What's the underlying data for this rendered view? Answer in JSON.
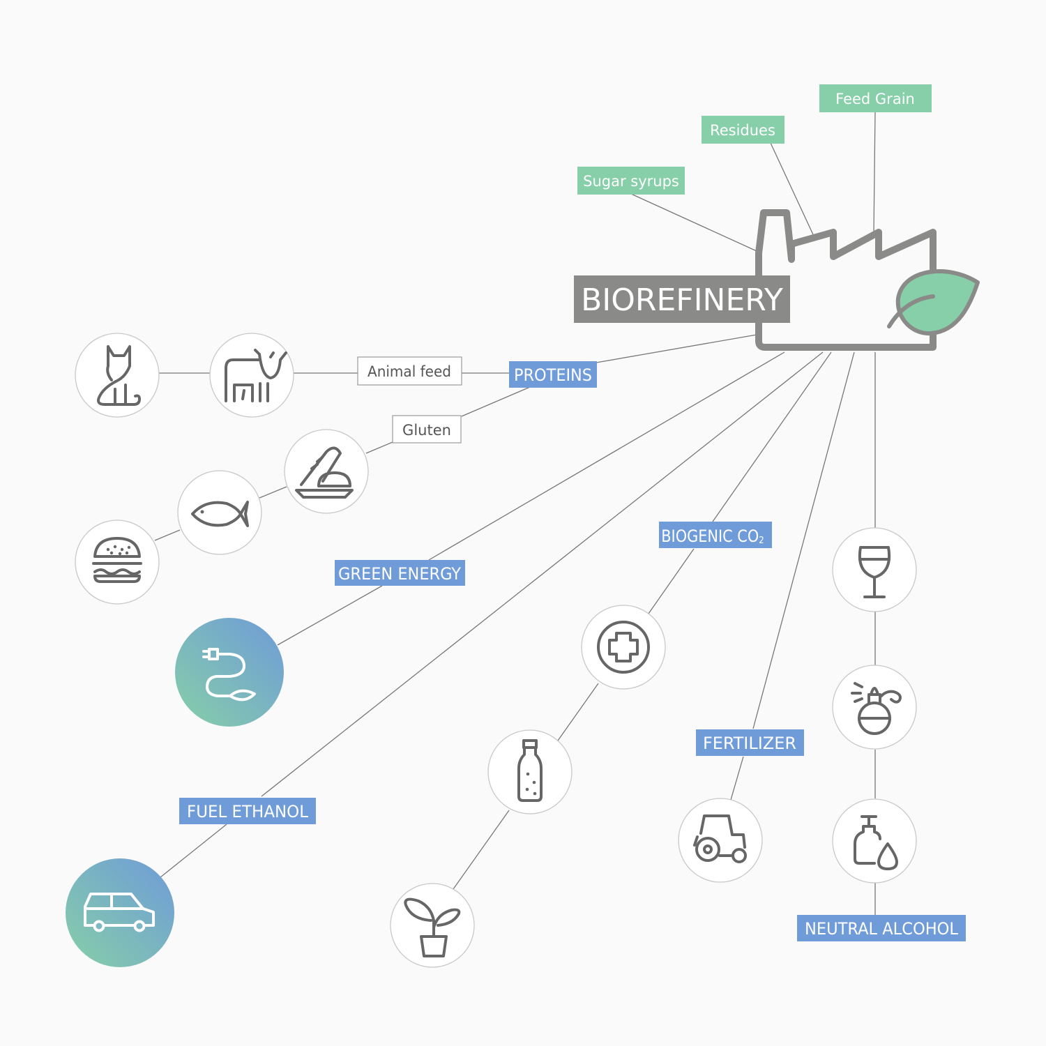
{
  "title": "BIOREFINERY",
  "inputs": {
    "sugar_syrups": "Sugar syrups",
    "residues": "Residues",
    "feed_grain": "Feed Grain"
  },
  "outputs": {
    "proteins": "PROTEINS",
    "animal_feed": "Animal feed",
    "gluten": "Gluten",
    "green_energy": "GREEN ENERGY",
    "fuel_ethanol": "FUEL ETHANOL",
    "biogenic_co2_main": "BIOGENIC CO",
    "biogenic_co2_sub": "2",
    "fertilizer": "FERTILIZER",
    "neutral_alcohol": "NEUTRAL ALCOHOL"
  },
  "colors": {
    "product_label": "#6f9bd8",
    "input_label": "#86cfa8",
    "title_box": "#8a8a89",
    "factory_outline": "#8a8a89",
    "leaf": "#86cfa8",
    "gradient_start": "#86cfa8",
    "gradient_end": "#6f9bd8"
  },
  "icons": [
    "factory-icon",
    "leaf-icon",
    "cat-icon",
    "cow-icon",
    "bread-icon",
    "fish-icon",
    "burger-icon",
    "plug-icon",
    "car-icon",
    "medical-cross-icon",
    "bottle-icon",
    "plant-icon",
    "tractor-icon",
    "wine-glass-icon",
    "perfume-icon",
    "soap-dispenser-icon"
  ]
}
